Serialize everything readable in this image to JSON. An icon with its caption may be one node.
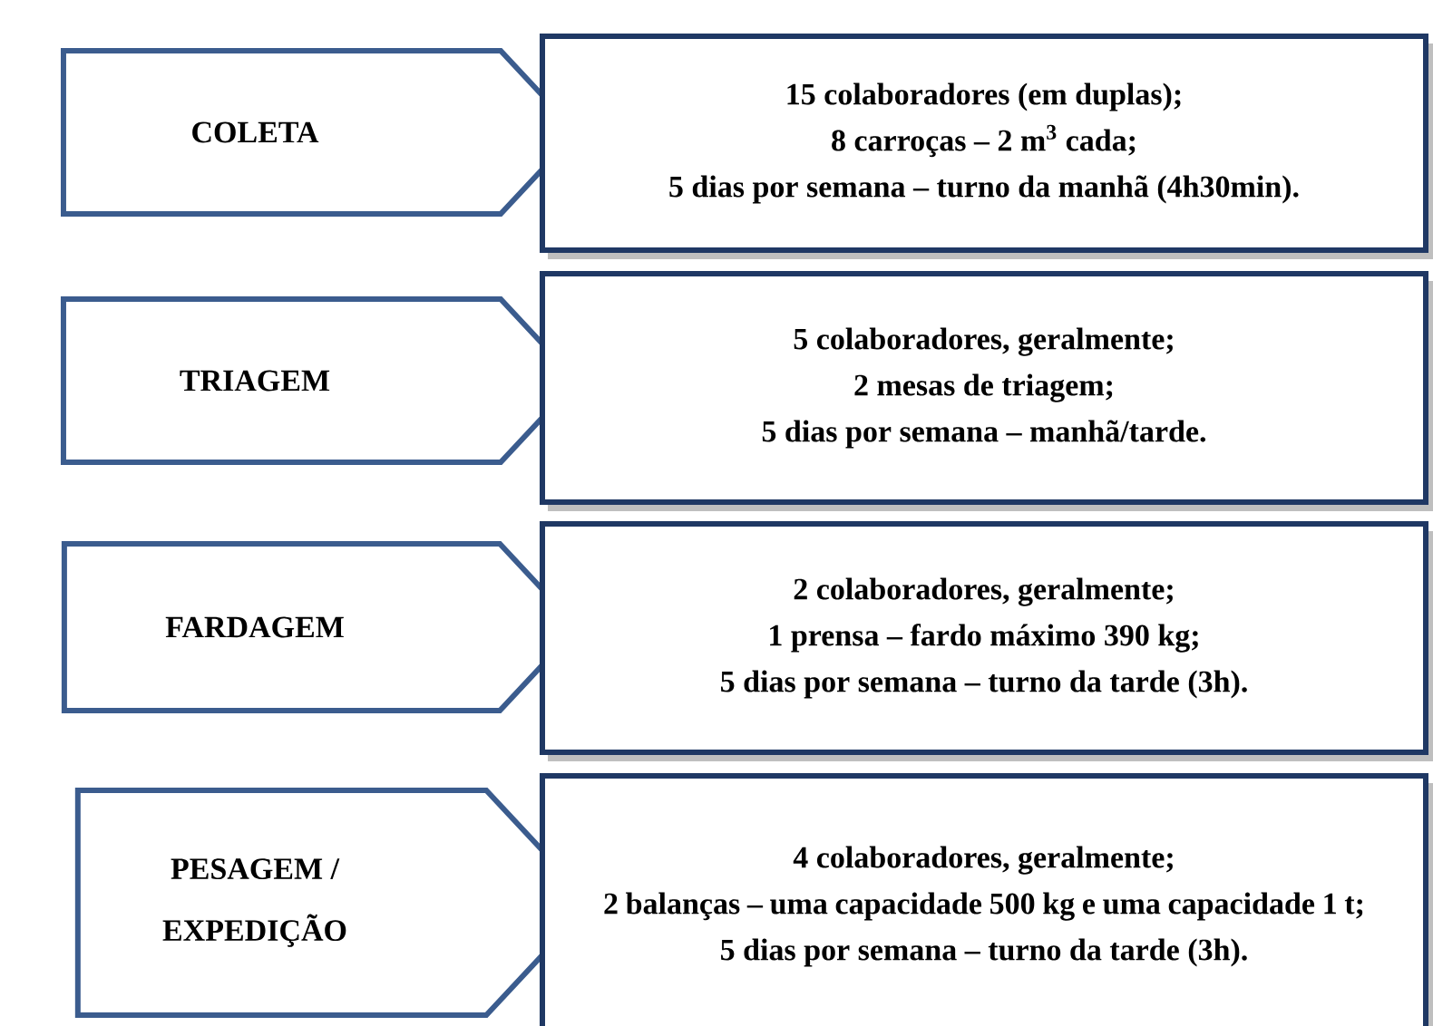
{
  "diagram": {
    "nodes": [
      {
        "text": [
          "COLETA"
        ]
      },
      {
        "text": [
          "15 colaboradores (em duplas);",
          "8 carroças – 2 m$^{3}$ cada;",
          "5 dias por semana – turno da manhã (4h30min)."
        ]
      },
      {
        "text": [
          "TRIAGEM"
        ]
      },
      {
        "text": [
          "5 colaboradores, geralmente;",
          "2 mesas de triagem;",
          "5 dias por semana – manhã/tarde."
        ]
      },
      {
        "text": [
          "FARDAGEM"
        ]
      },
      {
        "text": [
          "2 colaboradores, geralmente;",
          "1 prensa – fardo máximo 390 kg;",
          "5 dias por semana – turno da tarde (3h)."
        ]
      },
      {
        "text": [
          "PESAGEM / EXPEDIÇÃO"
        ]
      },
      {
        "text": [
          "4 colaboradores, geralmente;",
          "2 balanças – uma capacidade 500 kg e uma capacidade 1 t;",
          "5 dias por semana – turno da tarde (3h)."
        ]
      }
    ]
  }
}
